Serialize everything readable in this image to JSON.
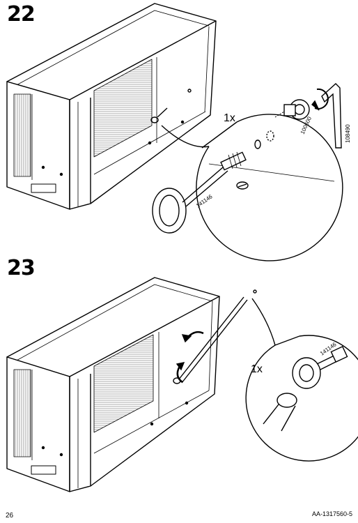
{
  "page": {
    "number": "26",
    "document_code": "AA-1317560-5"
  },
  "steps": [
    {
      "number": "22",
      "quantity": "1x",
      "part_numbers": {
        "eye_bolt": "141146",
        "nut": "100600",
        "hex_key": "108490"
      }
    },
    {
      "number": "23",
      "quantity": "1x",
      "part_numbers": {
        "eye_bolt": "141146"
      }
    }
  ]
}
